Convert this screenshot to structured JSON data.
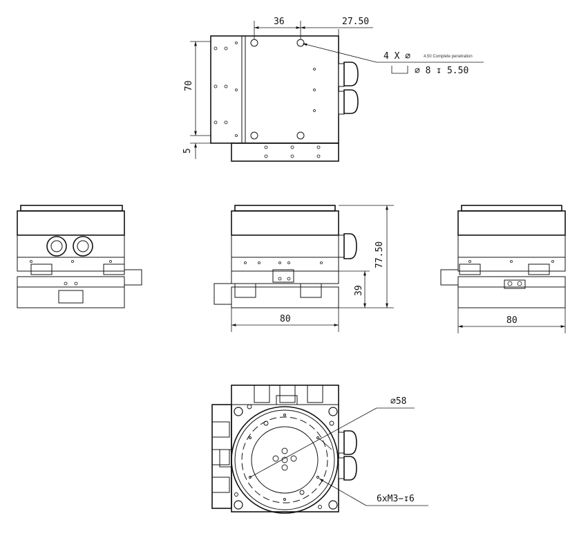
{
  "top_view": {
    "dim_hole_spacing": "36",
    "dim_edge_offset": "27.50",
    "dim_vertical_spacing": "70",
    "dim_bottom_offset": "5",
    "hole_callout_count": "4 X ⌀",
    "hole_callout_note": "4.50 Complete penetration",
    "hole_callout_counterbore": "⌀ 8 ↧ 5.50"
  },
  "front_view": {
    "dim_total_height": "77.50",
    "dim_lower_height": "39",
    "dim_width": "80"
  },
  "right_view": {
    "dim_width": "80"
  },
  "bottom_view": {
    "dim_circle_diameter": "⌀58",
    "dim_thread_callout": "6xM3−↧6"
  }
}
